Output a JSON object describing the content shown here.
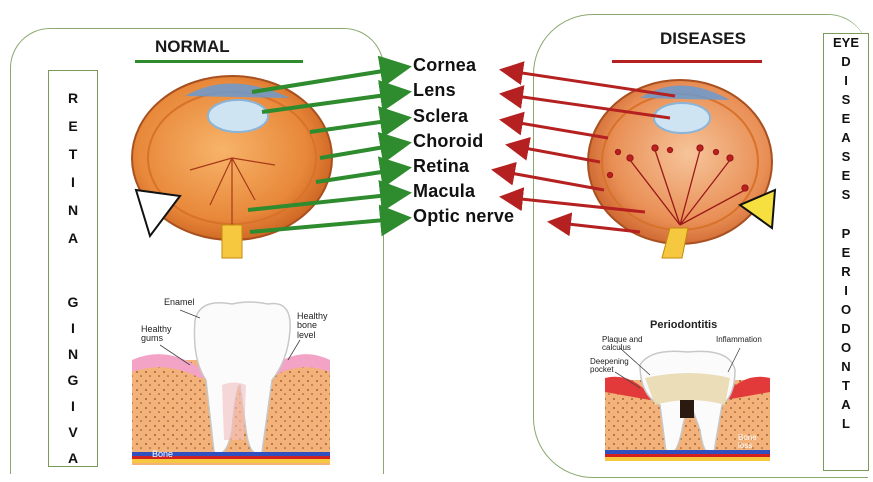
{
  "normal_heading": "NORMAL",
  "diseases_heading": "DISEASES",
  "left_column": {
    "group1": [
      "R",
      "E",
      "T",
      "I",
      "N",
      "A"
    ],
    "group2": [
      "G",
      "I",
      "N",
      "G",
      "I",
      "V",
      "A"
    ]
  },
  "right_column": {
    "title": "EYE",
    "group1": [
      "D",
      "I",
      "S",
      "E",
      "A",
      "S",
      "E",
      "S"
    ],
    "group2": [
      "P",
      "E",
      "R",
      "I",
      "O",
      "D",
      "O",
      "N",
      "T",
      "A",
      "L"
    ]
  },
  "eye_terms": [
    "Cornea",
    "Lens",
    "Sclera",
    "Choroid",
    "Retina",
    "Macula",
    "Optic nerve"
  ],
  "healthy_tooth_labels": {
    "enamel": "Enamel",
    "gums": "Healthy\ngums",
    "bone_level": "Healthy\nbone\nlevel",
    "bone": "Bone"
  },
  "diseased_tooth_labels": {
    "title": "Periodontitis",
    "plaque": "Plaque and\ncalculus",
    "inflammation": "Inflammation",
    "pocket": "Deepening\npocket",
    "bone_loss": "Bone\nloss"
  },
  "colors": {
    "normal_arrow": "#2e8b2e",
    "disease_arrow": "#b52020",
    "normal_underline": "#2e8b2e",
    "disease_underline": "#b52020",
    "panel_border": "#8aa870"
  }
}
